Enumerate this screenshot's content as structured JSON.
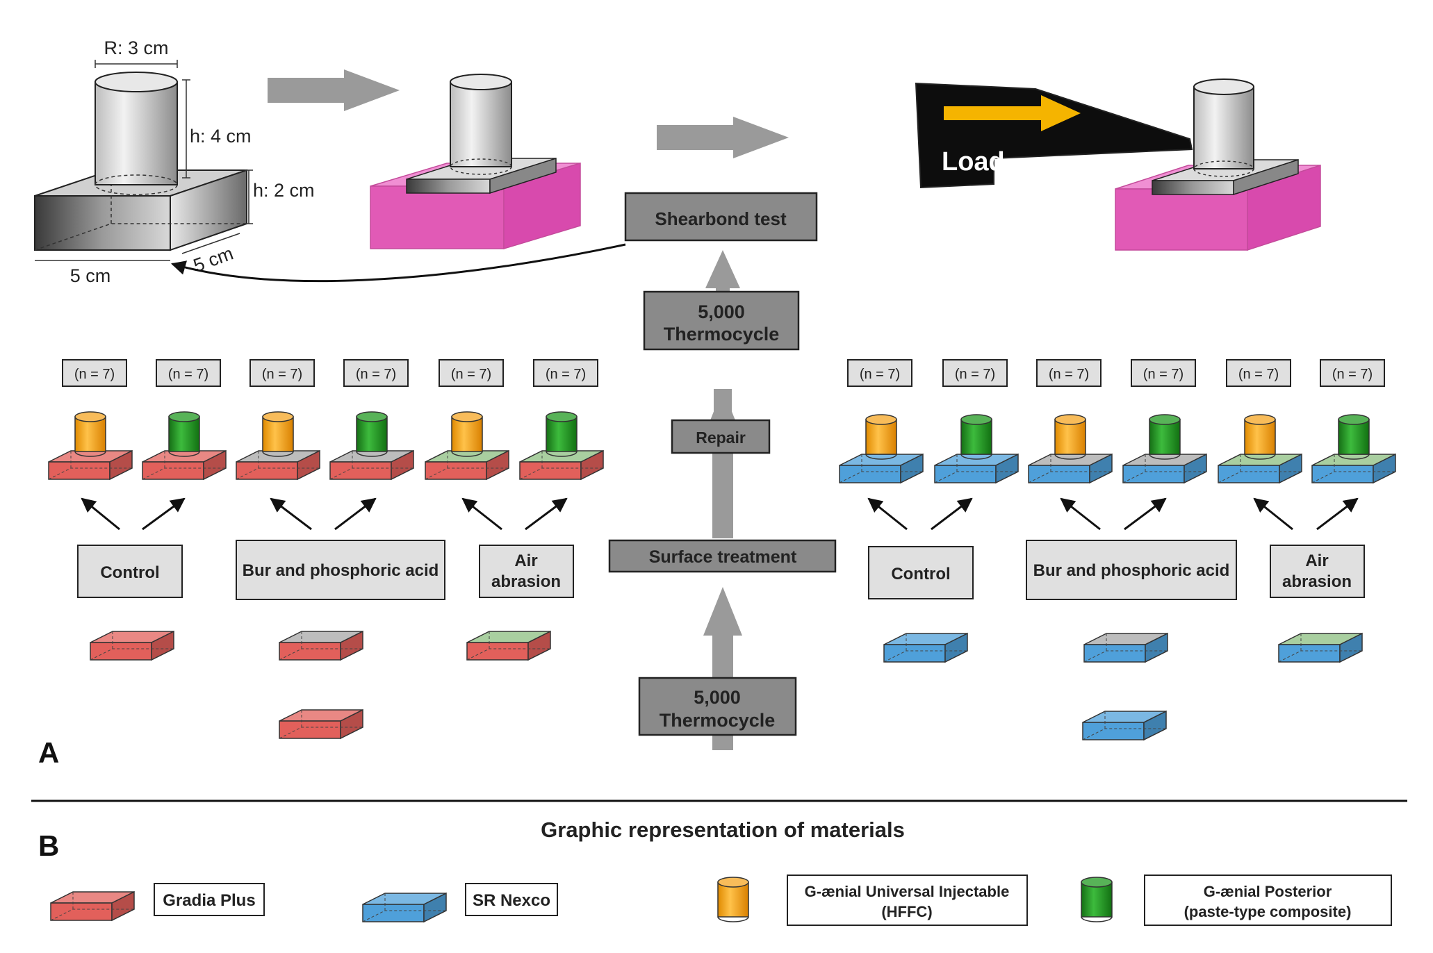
{
  "colors": {
    "gradia": "#e2605b",
    "nexco": "#4fa0da",
    "injectable": "#f5a623",
    "posterior": "#2ea02e",
    "pink": "#e15ab6",
    "step_box": "#8a8a8a",
    "arrow_gray": "#9a9a9a",
    "load_arrow": "#f5b400"
  },
  "panel_labels": {
    "a": "A",
    "b": "B"
  },
  "specimen": {
    "radius": "R: 3 cm",
    "cyl_height": "h: 4 cm",
    "base_height": "h: 2 cm",
    "width": "5 cm",
    "depth": "5 cm"
  },
  "load": "Load",
  "flow": {
    "shearbond": "Shearbond test",
    "thermo_top": [
      "5,000",
      "Thermocycle"
    ],
    "repair": "Repair",
    "surface": "Surface treatment",
    "thermo_bottom": [
      "5,000",
      "Thermocycle"
    ]
  },
  "sample_count": "(n = 7)",
  "groups": {
    "control": "Control",
    "bur": "Bur and phosphoric acid",
    "air": [
      "Air",
      "abrasion"
    ]
  },
  "legend": {
    "title": "Graphic representation of materials",
    "gradia": "Gradia Plus",
    "nexco": "SR Nexco",
    "injectable": [
      "G-ænial Universal Injectable",
      "(HFFC)"
    ],
    "posterior": [
      "G-ænial Posterior",
      "(paste-type composite)"
    ]
  }
}
